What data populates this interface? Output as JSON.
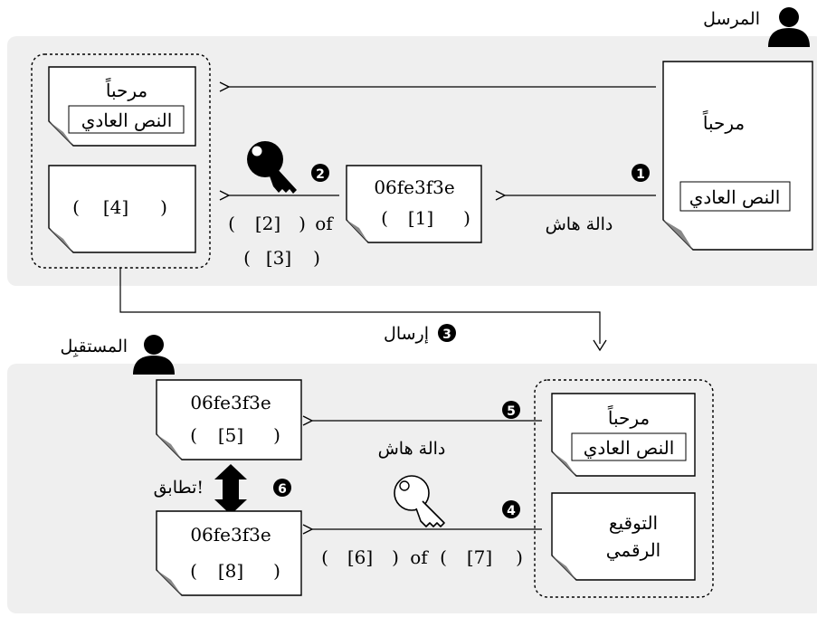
{
  "sender": {
    "label": "المرسل",
    "document": {
      "greeting": "مرحباً",
      "plaintext": "النص العادي"
    },
    "step1": {
      "number": "1",
      "label": "دالة هاش"
    },
    "hash_doc": {
      "hash": "06fe3f3e",
      "slot": "[1]"
    },
    "step2": {
      "number": "2",
      "slot_a": "[2]",
      "of": "of",
      "slot_b": "[3]"
    },
    "bundle": {
      "greeting": "مرحباً",
      "plaintext": "النص العادي",
      "slot": "[4]"
    }
  },
  "transfer": {
    "number": "3",
    "label": "إرسال"
  },
  "receiver": {
    "label": "المستقبِل",
    "bundle": {
      "greeting": "مرحباً",
      "plaintext": "النص العادي",
      "signature_line1": "التوقيع",
      "signature_line2": "الرقمي"
    },
    "step5": {
      "number": "5",
      "label": "دالة هاش"
    },
    "hash_doc_top": {
      "hash": "06fe3f3e",
      "slot": "[5]"
    },
    "step6": {
      "number": "6",
      "label": "تطابق!"
    },
    "step4": {
      "number": "4",
      "slot_a": "[6]",
      "of": "of",
      "slot_b": "[7]"
    },
    "hash_doc_bottom": {
      "hash": "06fe3f3e",
      "slot": "[8]"
    }
  },
  "colors": {
    "panel": "#efefef",
    "ink": "#000000",
    "paper": "#ffffff"
  },
  "icons": [
    "person-icon",
    "private-key-icon",
    "public-key-icon"
  ]
}
